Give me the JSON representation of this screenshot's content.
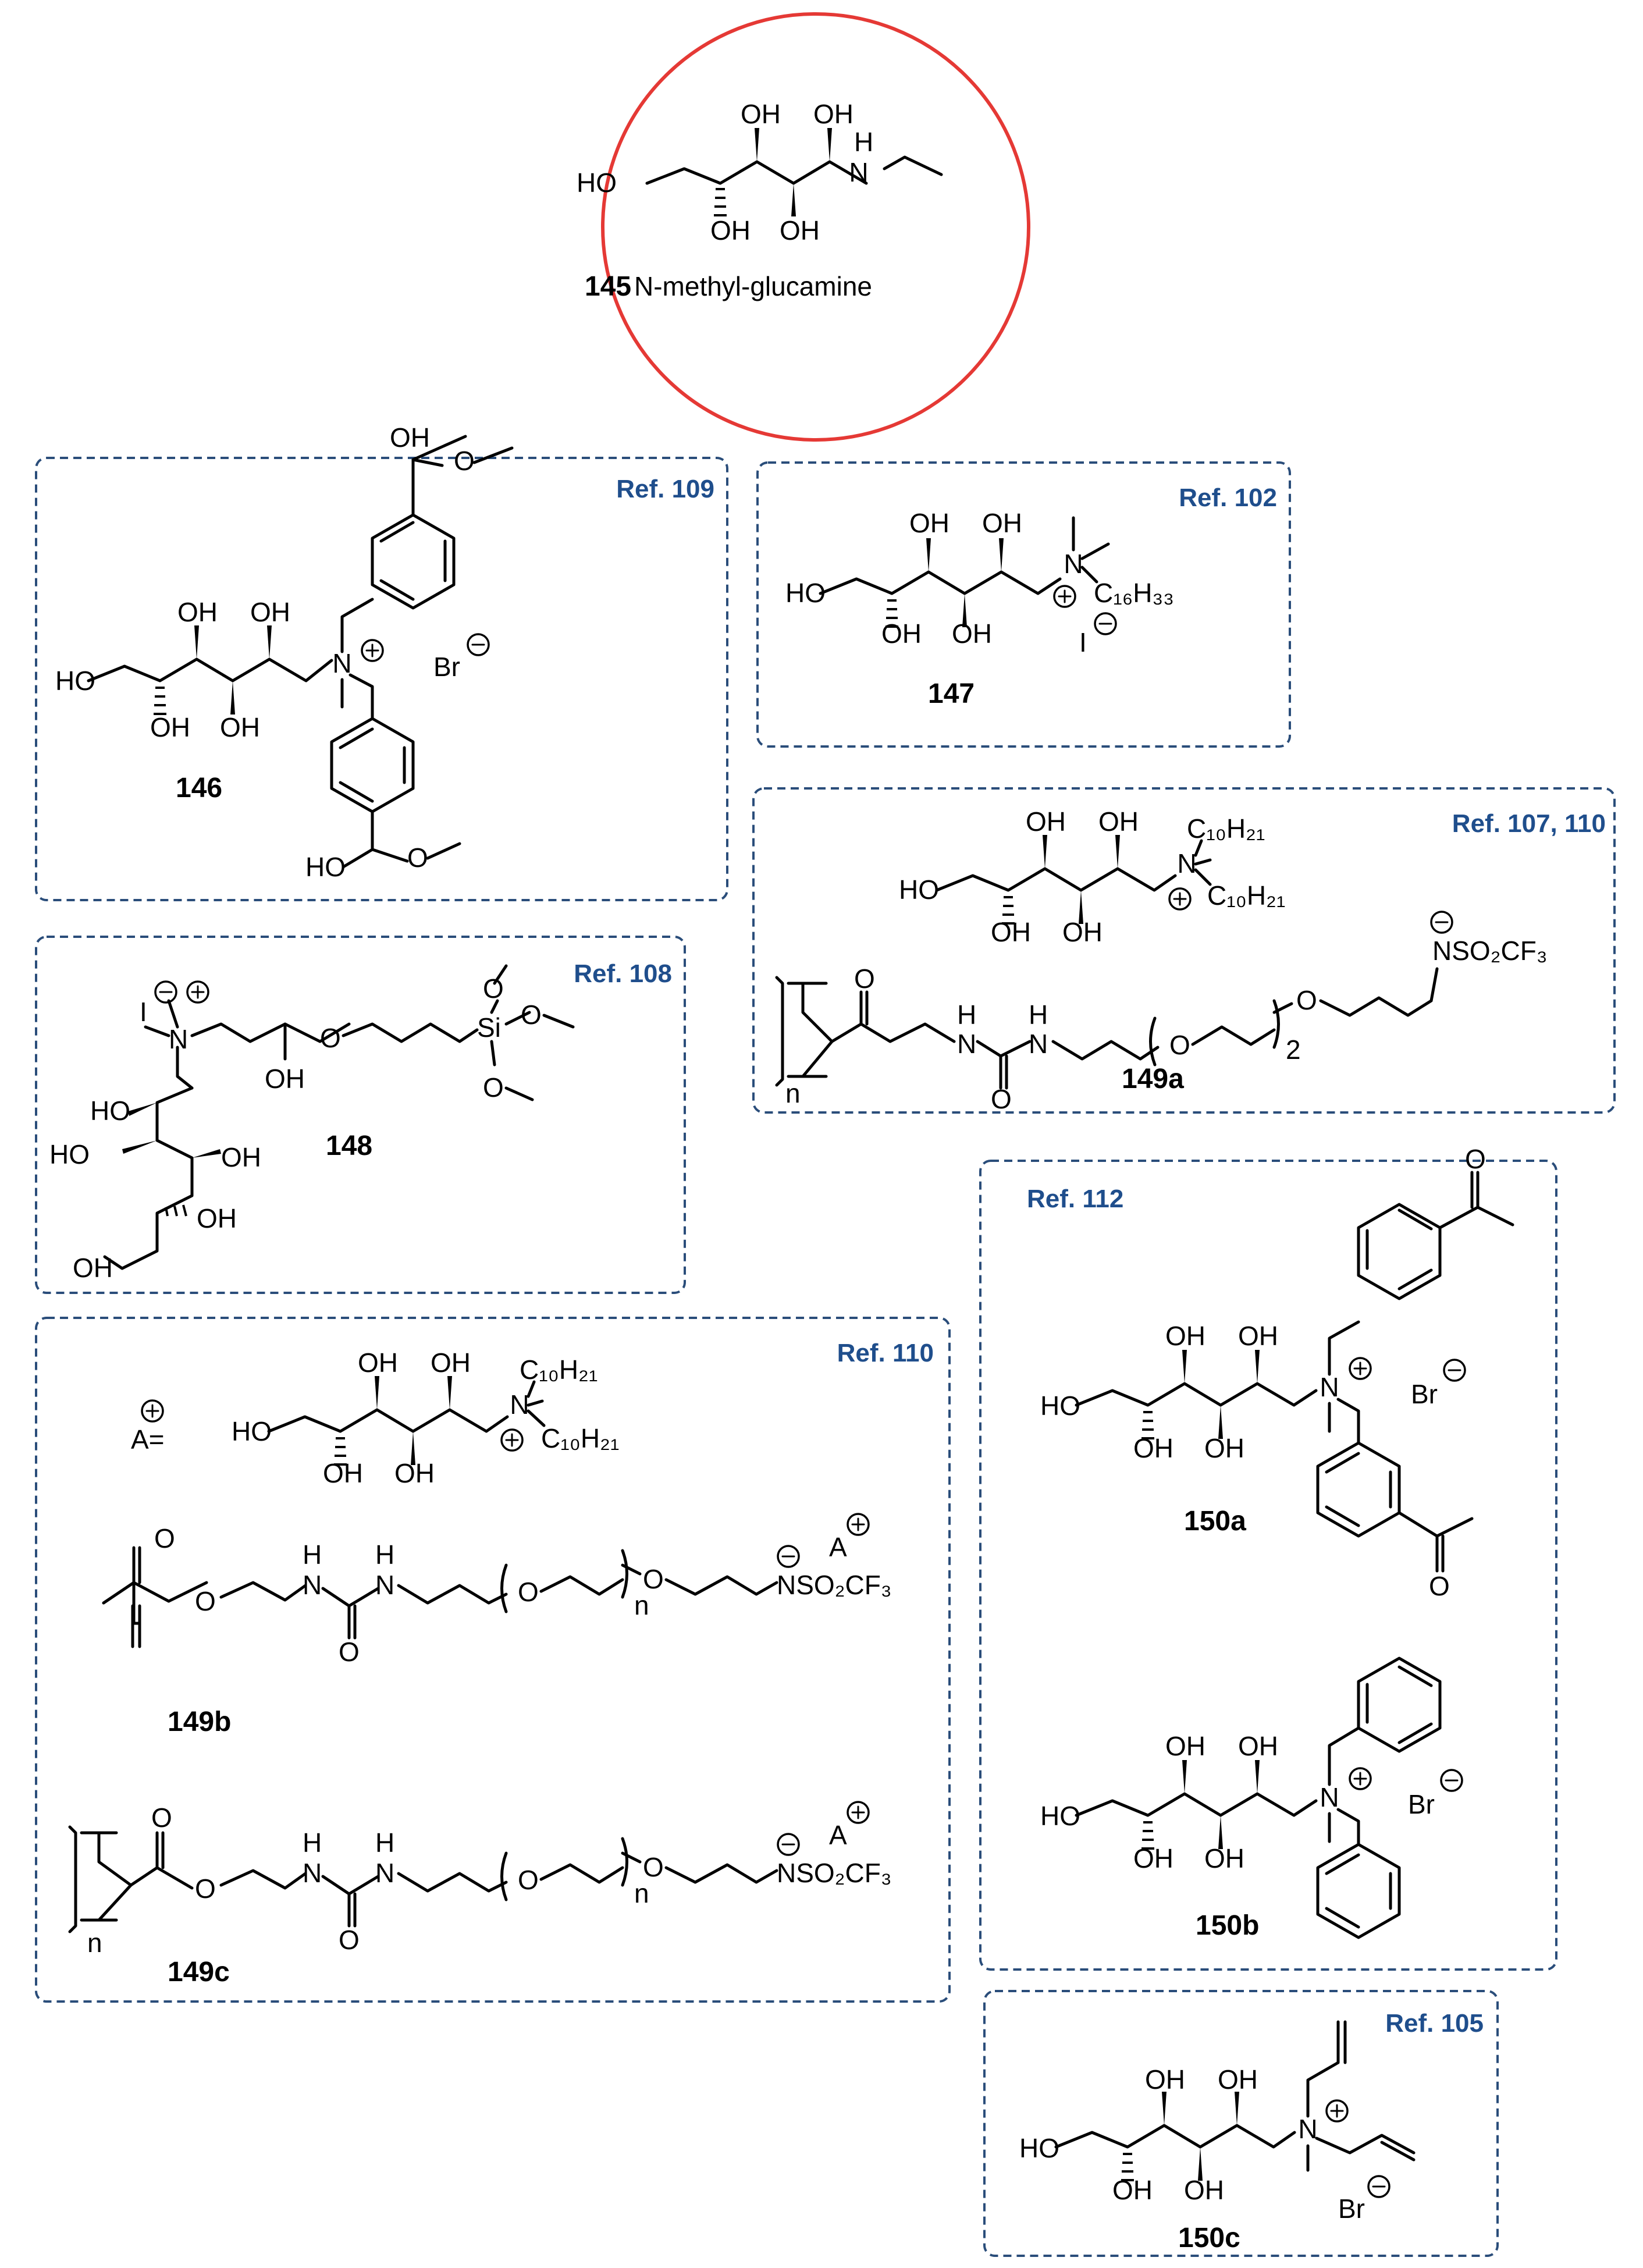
{
  "colors": {
    "ref_text": "#1f4e8c",
    "box_border": "#2a4d7a",
    "circle_border": "#e53935"
  },
  "header": {
    "compound_number": "145",
    "compound_name": "N-methyl-glucamine"
  },
  "labels": {
    "OH": "OH",
    "HO": "HO",
    "N": "N",
    "H": "H",
    "O": "O",
    "Si": "Si",
    "I": "I",
    "Br": "Br",
    "NSO2CF3": "NSO₂CF₃",
    "C16H33": "C₁₆H₃₃",
    "C10H21": "C₁₀H₂₁",
    "A_eq": "A=",
    "A": "A",
    "n": "n",
    "two": "2"
  },
  "boxes": [
    {
      "id": "146",
      "ref": "Ref. 109",
      "compounds": [
        "146"
      ]
    },
    {
      "id": "147",
      "ref": "Ref. 102",
      "compounds": [
        "147"
      ]
    },
    {
      "id": "149a",
      "ref": "Ref. 107, 110",
      "compounds": [
        "149a"
      ]
    },
    {
      "id": "148",
      "ref": "Ref. 108",
      "compounds": [
        "148"
      ]
    },
    {
      "id": "149bc",
      "ref": "Ref. 110",
      "compounds": [
        "149b",
        "149c"
      ]
    },
    {
      "id": "150ab",
      "ref": "Ref. 112",
      "compounds": [
        "150a",
        "150b"
      ]
    },
    {
      "id": "150c",
      "ref": "Ref. 105",
      "compounds": [
        "150c"
      ]
    }
  ]
}
